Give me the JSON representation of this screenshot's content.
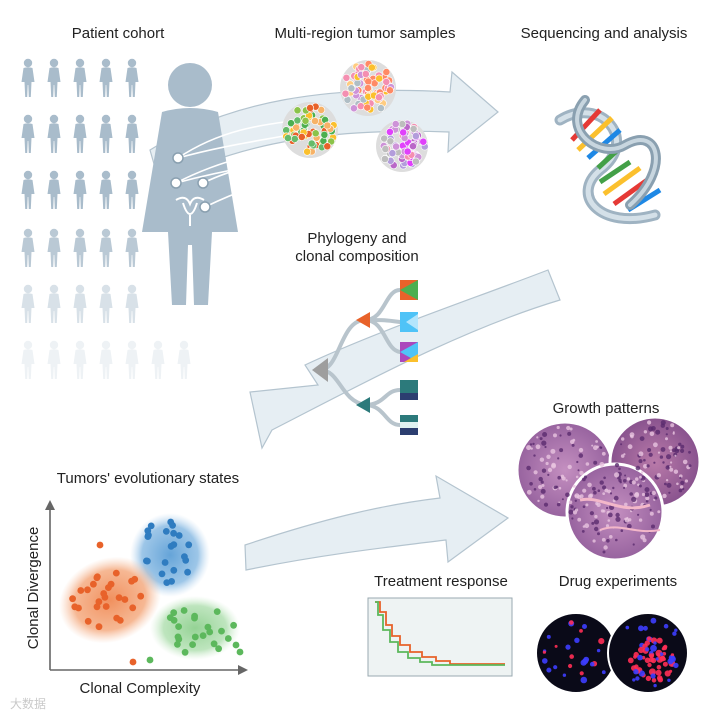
{
  "labels": {
    "patient_cohort": "Patient cohort",
    "multi_region": "Multi-region tumor samples",
    "sequencing": "Sequencing and analysis",
    "phylogeny_line1": "Phylogeny and",
    "phylogeny_line2": "clonal composition",
    "growth_patterns": "Growth patterns",
    "evolutionary_states": "Tumors' evolutionary states",
    "treatment_response": "Treatment response",
    "drug_experiments": "Drug experiments",
    "y_axis": "Clonal Divergence",
    "x_axis": "Clonal Complexity"
  },
  "watermark": "大数据",
  "colors": {
    "figure": "#a9bccb",
    "arrow_fill": "#e6eef3",
    "arrow_stroke": "#b4c4cf",
    "cluster_orange": "#e8622a",
    "cluster_blue": "#2f7cc0",
    "cluster_green": "#5cb85c",
    "curve_orange": "#e8622a",
    "curve_green": "#5cb85c"
  },
  "icons": [
    "person-icon",
    "dna-helix-icon",
    "tumor-sample-icon",
    "phylogeny-tree-icon",
    "histology-image-icon",
    "fluorescence-image-icon",
    "survival-curve-icon"
  ]
}
